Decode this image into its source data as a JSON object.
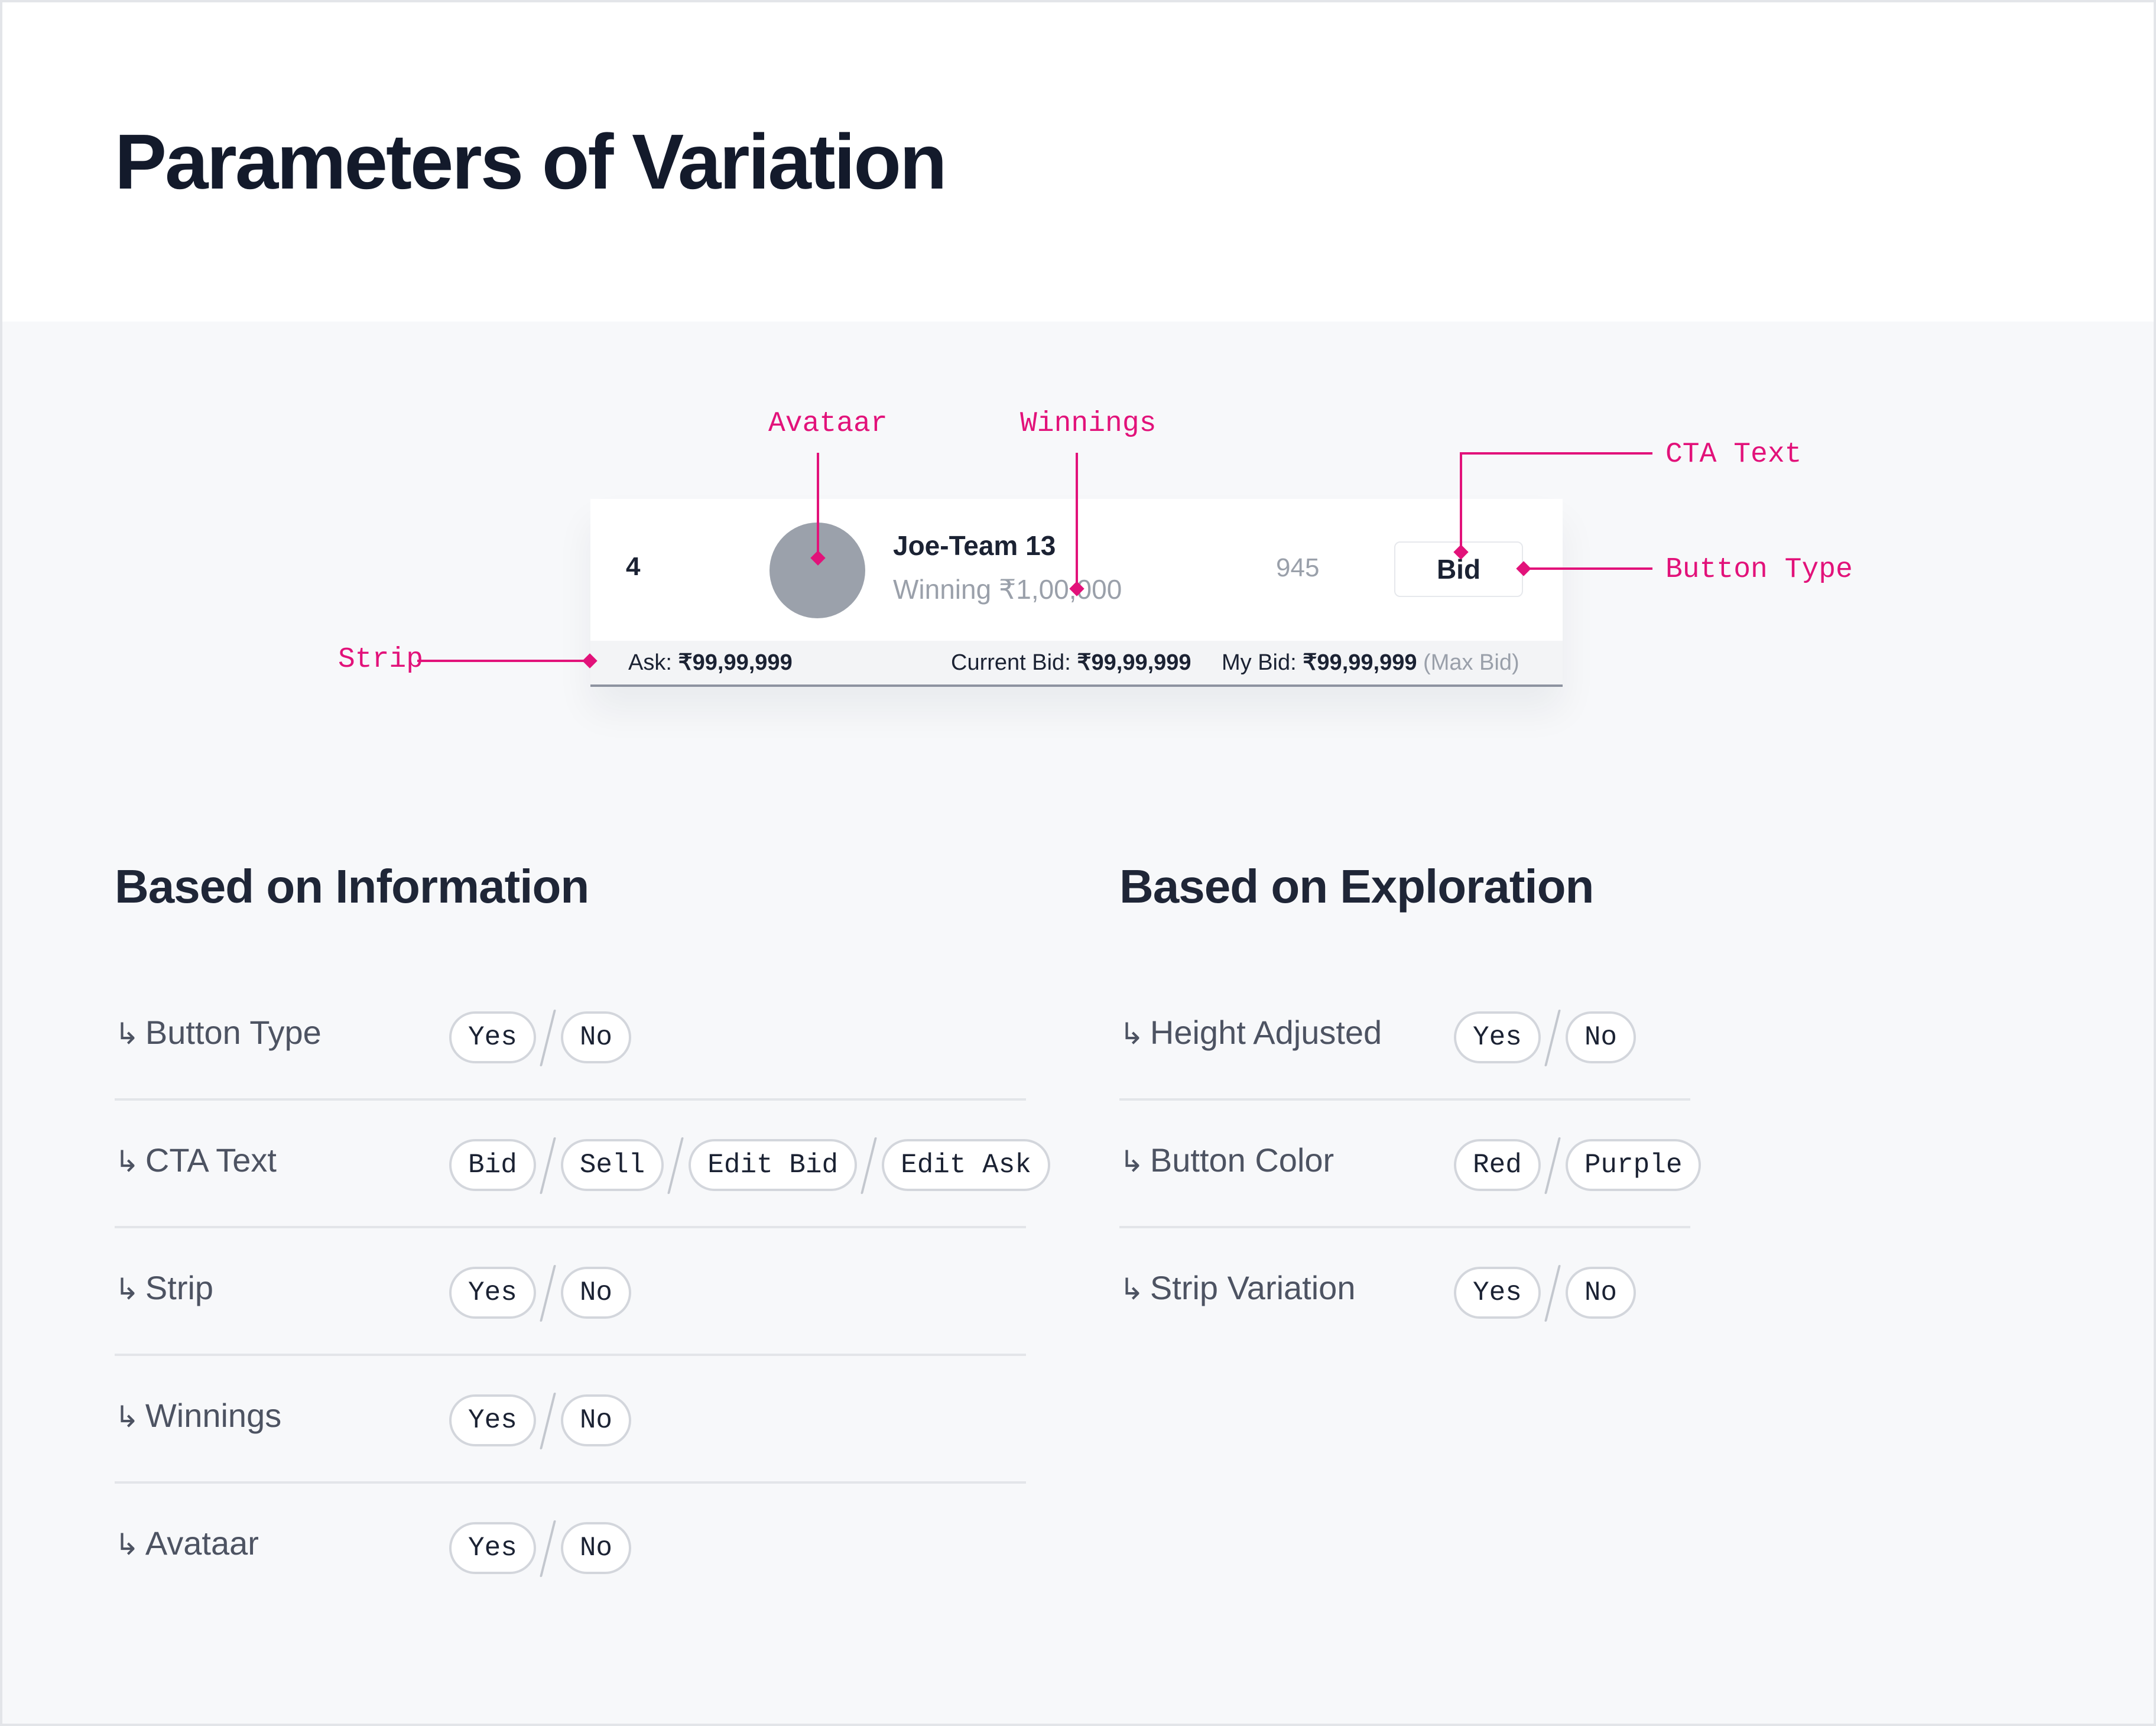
{
  "page": {
    "title": "Parameters of Variation"
  },
  "example": {
    "rank": "4",
    "player_name": "Joe-Team 13",
    "winning": "Winning ₹1,00,000",
    "score": "945",
    "cta": "Bid",
    "strip": {
      "ask_label": "Ask: ",
      "ask_value": "₹99,99,999",
      "current_label": "Current Bid: ",
      "current_value": "₹99,99,999",
      "my_label": "My Bid: ",
      "my_value": "₹99,99,999",
      "my_note": " (Max Bid)"
    }
  },
  "annotations": {
    "avataar": "Avataar",
    "winnings": "Winnings",
    "cta_text": "CTA Text",
    "button_type": "Button Type",
    "strip": "Strip",
    "color": "#e2127a"
  },
  "sections": {
    "information": {
      "title": "Based on Information",
      "rows": [
        {
          "label": "Button Type",
          "options": [
            "Yes",
            "No"
          ]
        },
        {
          "label": "CTA Text",
          "options": [
            "Bid",
            "Sell",
            "Edit Bid",
            "Edit Ask"
          ]
        },
        {
          "label": "Strip",
          "options": [
            "Yes",
            "No"
          ]
        },
        {
          "label": "Winnings",
          "options": [
            "Yes",
            "No"
          ]
        },
        {
          "label": "Avataar",
          "options": [
            "Yes",
            "No"
          ]
        }
      ]
    },
    "exploration": {
      "title": "Based on Exploration",
      "rows": [
        {
          "label": "Height Adjusted",
          "options": [
            "Yes",
            "No"
          ]
        },
        {
          "label": "Button Color",
          "options": [
            "Red",
            "Purple"
          ]
        },
        {
          "label": "Strip Variation",
          "options": [
            "Yes",
            "No"
          ]
        }
      ]
    }
  },
  "icons": {
    "row_arrow": "return-arrow-icon"
  }
}
